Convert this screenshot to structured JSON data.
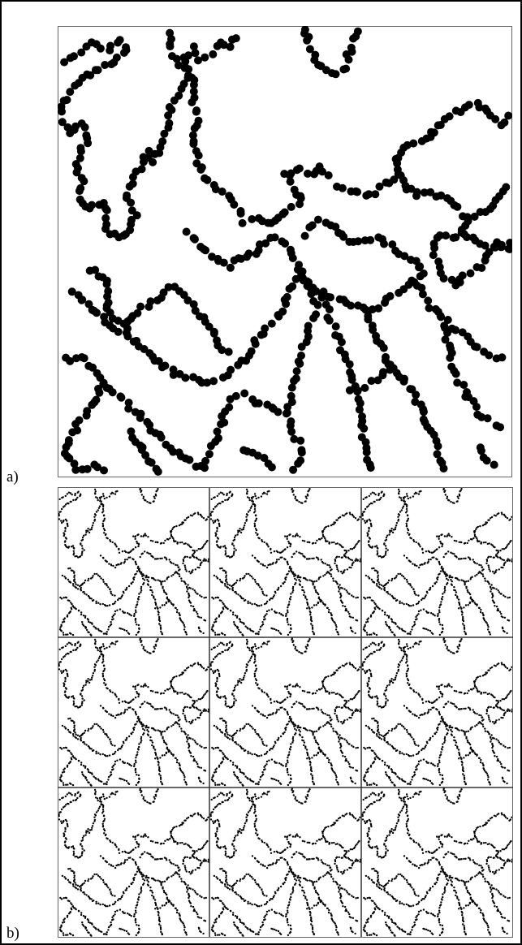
{
  "figure": {
    "panel_a_label": "a)",
    "panel_b_label": "b)",
    "panel_b_grid": {
      "rows": 3,
      "cols": 3
    },
    "colors": {
      "ink": "#000000",
      "frame": "#666666",
      "background": "#ffffff"
    }
  }
}
